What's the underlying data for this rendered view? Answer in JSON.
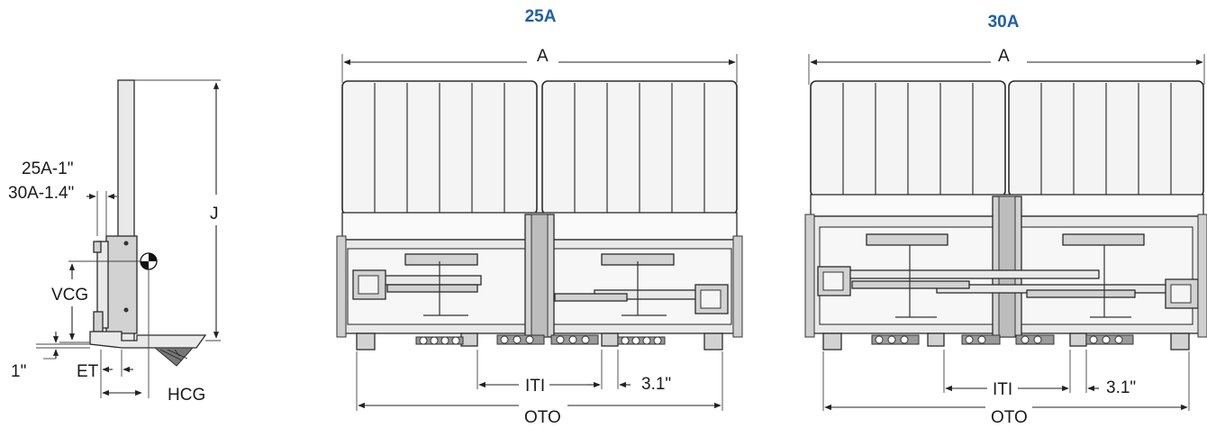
{
  "titles": {
    "left_model": "25A",
    "right_model": "30A",
    "accent": "#1f5fa6"
  },
  "side_view": {
    "offset_line1": "25A-1\"",
    "offset_line2": "30A-1.4\"",
    "height_label": "J",
    "vcg_label": "VCG",
    "bottom_gap_label": "1\"",
    "et_label": "ET",
    "hcg_label": "HCG"
  },
  "front_view_25a": {
    "width_label": "A",
    "iti_label": "ITI",
    "oto_label": "OTO",
    "pad_label": "3.1\""
  },
  "front_view_30a": {
    "width_label": "A",
    "iti_label": "ITI",
    "oto_label": "OTO",
    "pad_label": "3.1\""
  }
}
